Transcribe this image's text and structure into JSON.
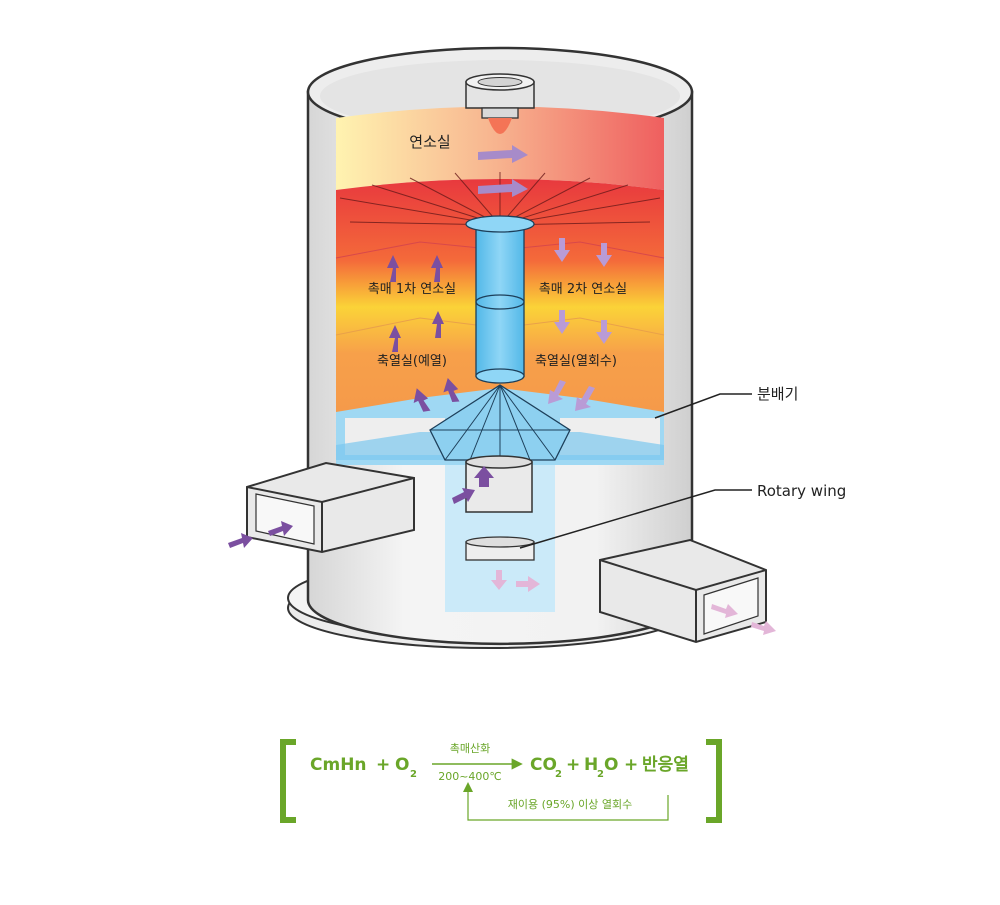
{
  "labels": {
    "combustion_chamber": "연소실",
    "catalyst_first": "촉매 1차 연소실",
    "catalyst_second": "촉매 2차 연소실",
    "regen_preheat": "축열실(예열)",
    "regen_heat_recovery": "축열실(열회수)",
    "distributor": "분배기",
    "rotary_wing": "Rotary wing"
  },
  "equation": {
    "reactant_1": "CmHn",
    "plus_1": "+",
    "reactant_2": "O",
    "reactant_2_sub": "2",
    "arrow_top": "촉매산화",
    "arrow_bottom": "200~400℃",
    "product_1": "CO",
    "product_1_sub": "2",
    "plus_2": "+",
    "product_2a": "H",
    "product_2_sub": "2",
    "product_2b": "O",
    "plus_3": "+",
    "product_3": "반응열",
    "recycle_note": "재이용 (95%) 이상 열회수"
  },
  "colors": {
    "equation_green": "#6aa629",
    "inflow_arrow": "#7b4fa0",
    "outflow_arrow": "#e3b6d8"
  }
}
